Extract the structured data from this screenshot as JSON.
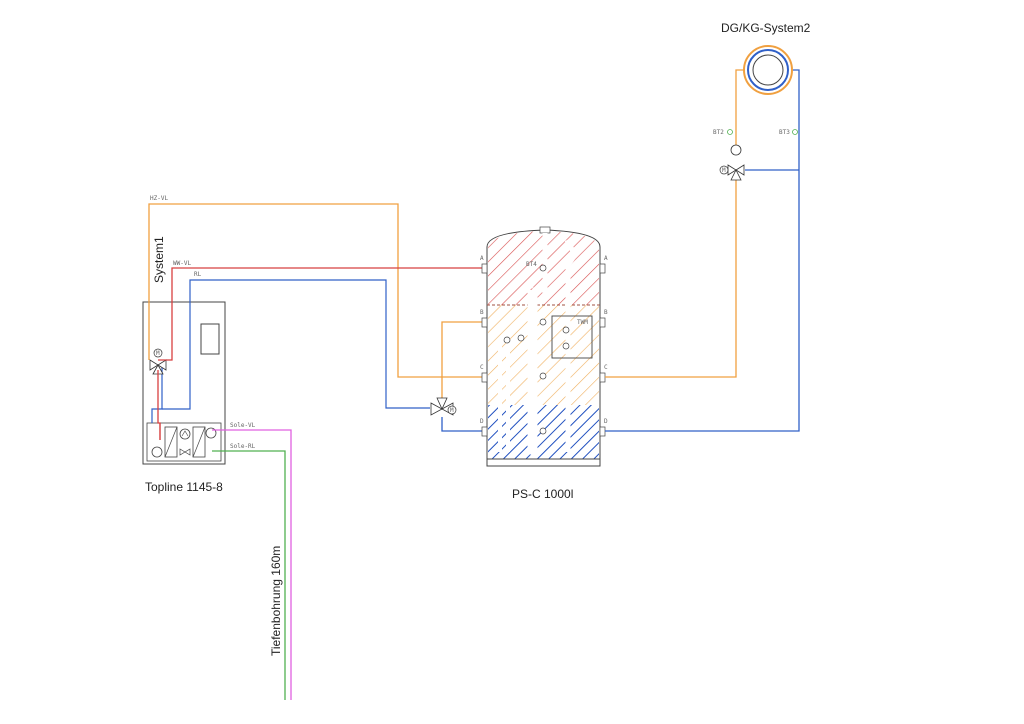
{
  "labels": {
    "topline": "Topline 1145-8",
    "buffer": "PS-C 1000l",
    "system1": "System1",
    "system2": "DG/KG-System2",
    "borehole": "Tiefenbohrung 160m",
    "hz_vl": "HZ-VL",
    "ww_vl": "WW-VL",
    "rl": "RL",
    "sole_vl": "Sole-VL",
    "sole_rl": "Sole-RL",
    "bt2": "BT2",
    "bt3": "BT3",
    "bt4": "BT4",
    "twm": "TWM",
    "port_a": "A",
    "port_b": "B",
    "port_c": "C",
    "port_d": "D",
    "motor": "M"
  },
  "colors": {
    "flow_heating": "#f0a040",
    "flow_hot_water": "#d84040",
    "return": "#3060c8",
    "brine_supply": "#e060e0",
    "brine_return": "#50b050",
    "tank_hot_hatch": "#d85050",
    "tank_mid_hatch": "#f0b060",
    "tank_cold_hatch": "#2050c0",
    "outline": "#444444"
  }
}
